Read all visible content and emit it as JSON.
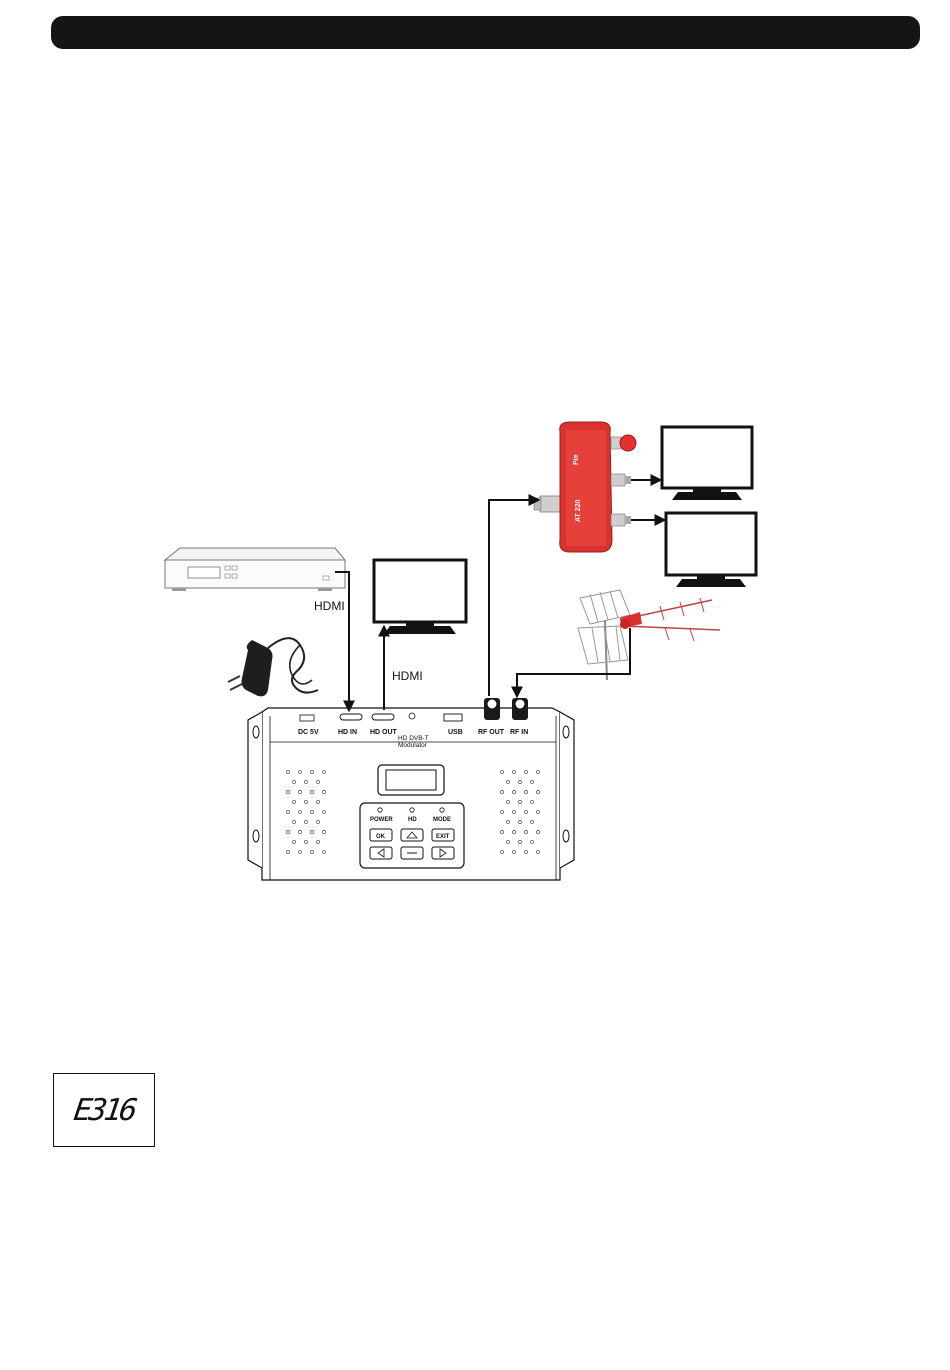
{
  "labels": {
    "hdmi_in_cable": "HDMI",
    "hdmi_out_cable": "HDMI"
  },
  "modulator": {
    "title_line1": "HD DVB-T",
    "title_line2": "Modulator",
    "ports": {
      "dc": "DC 5V",
      "hd_in": "HD IN",
      "hd_out": "HD OUT",
      "usb": "USB",
      "rf_out": "RF OUT",
      "rf_in": "RF IN"
    },
    "leds": {
      "power": "POWER",
      "hd": "HD",
      "mode": "MODE"
    },
    "buttons": {
      "ok": "OK",
      "exit": "EXIT"
    }
  },
  "splitter": {
    "brand": "Fte",
    "model": "AT 220"
  },
  "lcd_display": {
    "value": "E316"
  },
  "colors": {
    "splitter": "#d9322e",
    "header": "#151515",
    "line": "#111111"
  }
}
